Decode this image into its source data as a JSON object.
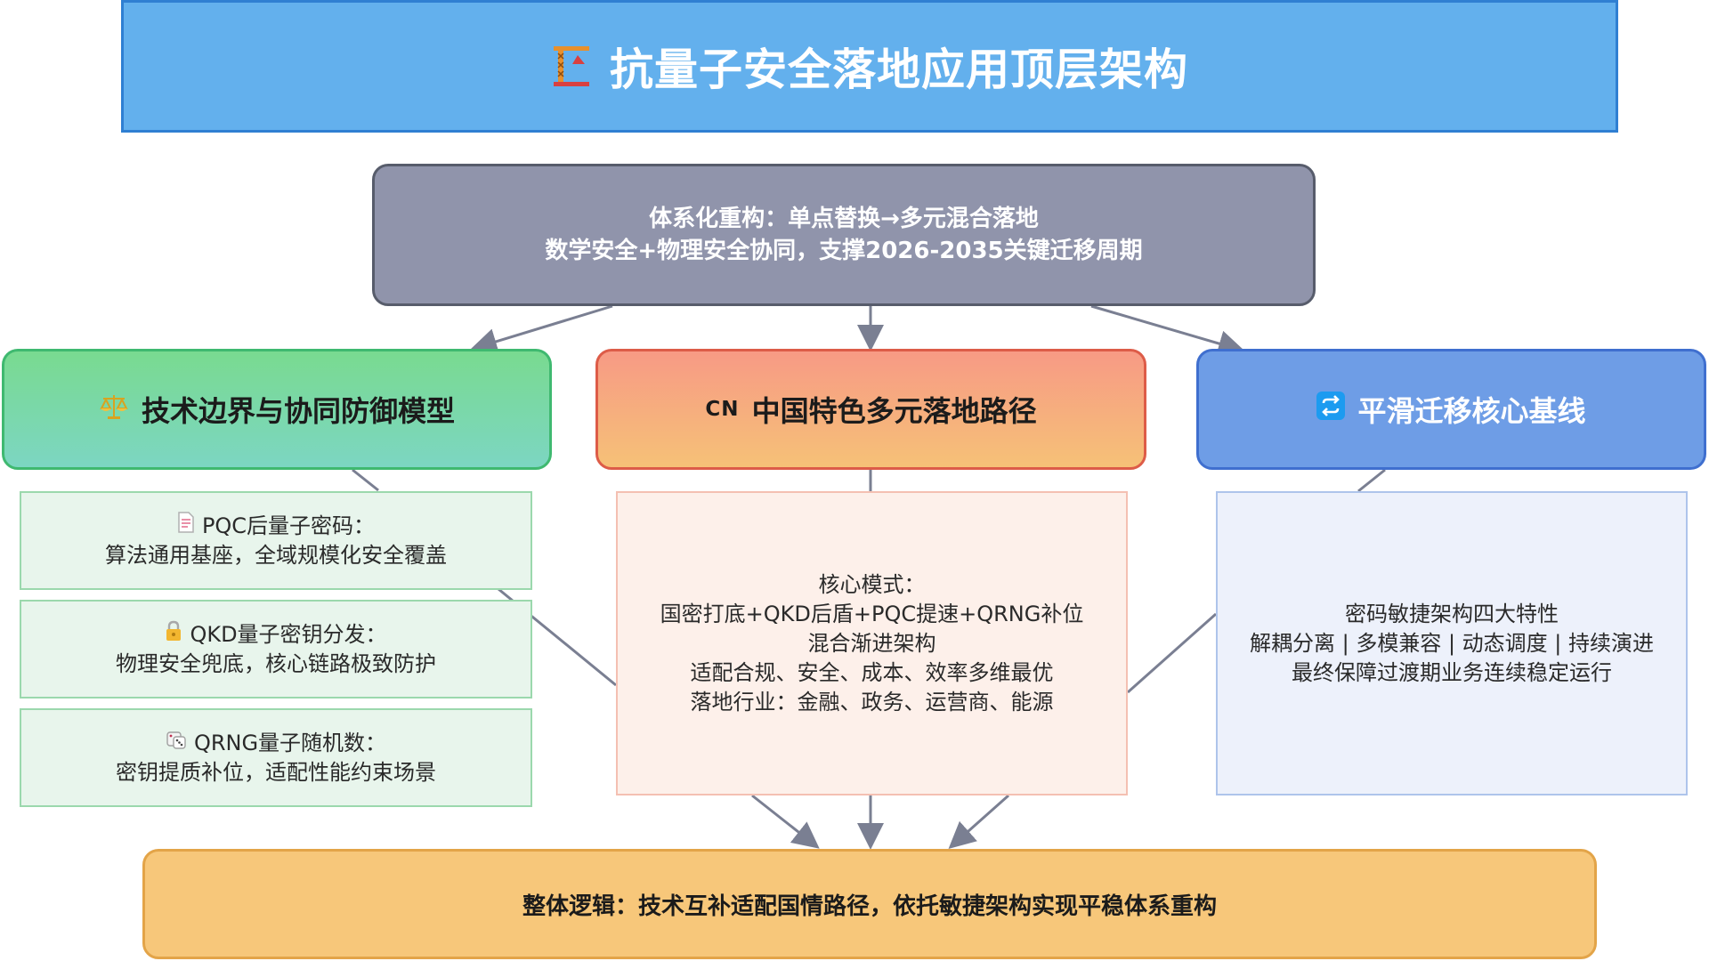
{
  "title": {
    "icon": "construction-crane-icon",
    "text": "抗量子安全落地应用顶层架构"
  },
  "top_box": {
    "line1": "体系化重构：单点替换→多元混合落地",
    "line2": "数学安全+物理安全协同，支撑2026-2035关键迁移周期"
  },
  "left": {
    "header_icon": "balance-scale-icon",
    "header": "技术边界与协同防御模型",
    "cards": [
      {
        "icon": "document-icon",
        "title": "PQC后量子密码：",
        "desc": "算法通用基座，全域规模化安全覆盖"
      },
      {
        "icon": "lock-icon",
        "title": "QKD量子密钥分发：",
        "desc": "物理安全兜底，核心链路极致防护"
      },
      {
        "icon": "dice-icon",
        "title": "QRNG量子随机数：",
        "desc": "密钥提质补位，适配性能约束场景"
      }
    ]
  },
  "middle": {
    "header_badge": "CN",
    "header": "中国特色多元落地路径",
    "lines": [
      "核心模式：",
      "国密打底+QKD后盾+PQC提速+QRNG补位",
      "混合渐进架构",
      "适配合规、安全、成本、效率多维最优",
      "落地行业：金融、政务、运营商、能源"
    ]
  },
  "right": {
    "header_icon": "repeat-arrows-icon",
    "header": "平滑迁移核心基线",
    "lines": [
      "密码敏捷架构四大特性",
      "解耦分离 | 多模兼容 | 动态调度 | 持续演进",
      "最终保障过渡期业务连续稳定运行"
    ]
  },
  "bottom": {
    "text": "整体逻辑：技术互补适配国情路径，依托敏捷架构实现平稳体系重构"
  },
  "colors": {
    "title_bg": "#63b0ed",
    "top_bg": "#9094ab",
    "left_header": "#79da90",
    "mid_header": "#f79a85",
    "right_header": "#6e9de6",
    "bottom_bg": "#f7c77a",
    "connector": "#7a7f92"
  }
}
